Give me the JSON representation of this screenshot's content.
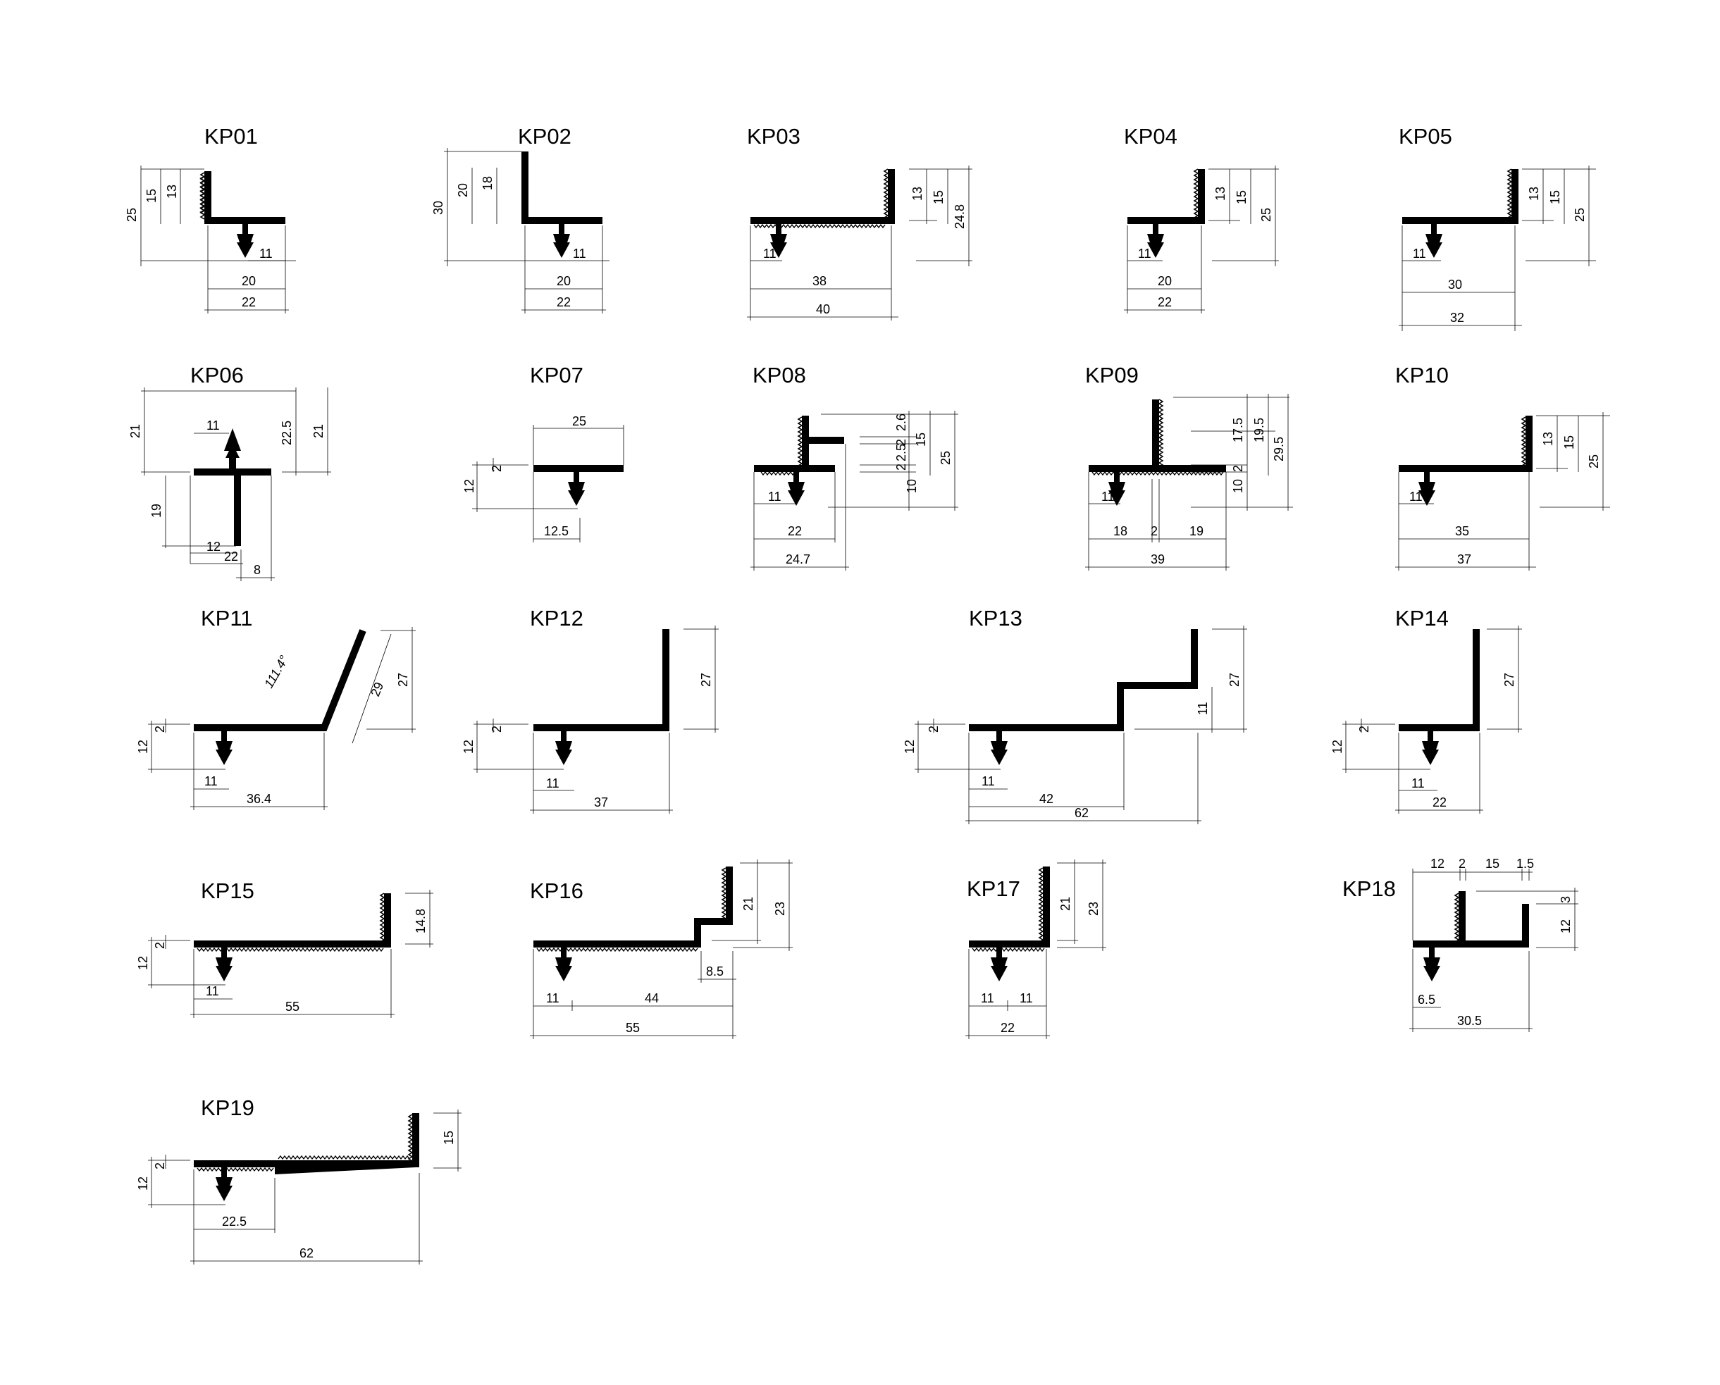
{
  "profiles": [
    {
      "title": "KP01",
      "dims": [
        "25",
        "15",
        "13",
        "11",
        "20",
        "22"
      ]
    },
    {
      "title": "KP02",
      "dims": [
        "30",
        "20",
        "18",
        "11",
        "20",
        "22"
      ]
    },
    {
      "title": "KP03",
      "dims": [
        "13",
        "15",
        "24.8",
        "11",
        "38",
        "40"
      ]
    },
    {
      "title": "KP04",
      "dims": [
        "13",
        "15",
        "25",
        "11",
        "20",
        "22"
      ]
    },
    {
      "title": "KP05",
      "dims": [
        "13",
        "15",
        "25",
        "11",
        "30",
        "32"
      ]
    },
    {
      "title": "KP06",
      "dims": [
        "21",
        "11",
        "22.5",
        "21",
        "19",
        "12",
        "22",
        "8"
      ]
    },
    {
      "title": "KP07",
      "dims": [
        "25",
        "12",
        "2",
        "12.5"
      ]
    },
    {
      "title": "KP08",
      "dims": [
        "2.6",
        "2",
        "2.5",
        "2",
        "15",
        "25",
        "10",
        "11",
        "22",
        "24.7"
      ]
    },
    {
      "title": "KP09",
      "dims": [
        "17.5",
        "19.5",
        "29.5",
        "2",
        "10",
        "11",
        "18",
        "2",
        "19",
        "39"
      ]
    },
    {
      "title": "KP10",
      "dims": [
        "13",
        "15",
        "25",
        "11",
        "35",
        "37"
      ]
    },
    {
      "title": "KP11",
      "dims": [
        "111.4°",
        "29",
        "27",
        "12",
        "2",
        "11",
        "36.4"
      ]
    },
    {
      "title": "KP12",
      "dims": [
        "27",
        "12",
        "2",
        "11",
        "37"
      ]
    },
    {
      "title": "KP13",
      "dims": [
        "27",
        "11",
        "12",
        "2",
        "11",
        "42",
        "62"
      ]
    },
    {
      "title": "KP14",
      "dims": [
        "27",
        "12",
        "2",
        "11",
        "22"
      ]
    },
    {
      "title": "KP15",
      "dims": [
        "14.8",
        "12",
        "2",
        "11",
        "55"
      ]
    },
    {
      "title": "KP16",
      "dims": [
        "21",
        "23",
        "8.5",
        "11",
        "44",
        "55"
      ]
    },
    {
      "title": "KP17",
      "dims": [
        "21",
        "23",
        "11",
        "11",
        "22"
      ]
    },
    {
      "title": "KP18",
      "dims": [
        "12",
        "2",
        "15",
        "1.5",
        "3",
        "12",
        "6.5",
        "30.5"
      ]
    },
    {
      "title": "KP19",
      "dims": [
        "15",
        "12",
        "2",
        "22.5",
        "62"
      ]
    }
  ]
}
